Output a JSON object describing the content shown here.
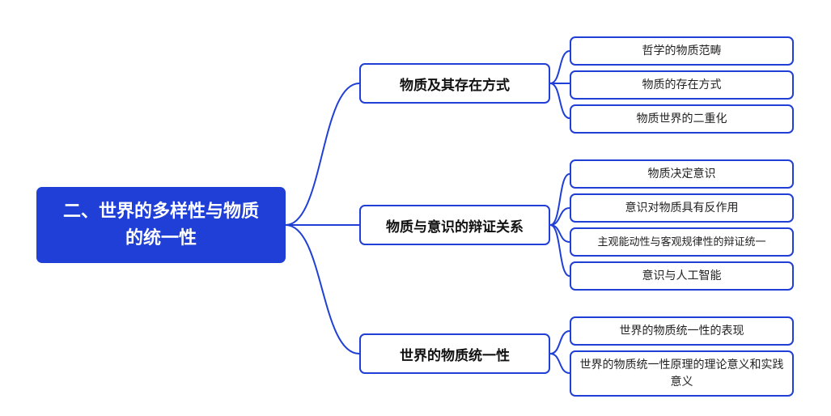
{
  "root": {
    "title": "二、世界的多样性与物质的统一性"
  },
  "branches": [
    {
      "label": "物质及其存在方式",
      "children": [
        "哲学的物质范畴",
        "物质的存在方式",
        "物质世界的二重化"
      ]
    },
    {
      "label": "物质与意识的辩证关系",
      "children": [
        "物质决定意识",
        "意识对物质具有反作用",
        "主观能动性与客观规律性的辩证统一",
        "意识与人工智能"
      ]
    },
    {
      "label": "世界的物质统一性",
      "children": [
        "世界的物质统一性的表现",
        "世界的物质统一性原理的理论意义和实践意义"
      ]
    }
  ],
  "colors": {
    "accent": "#1f3fd6",
    "line": "#1f3fd6",
    "text": "#111111"
  }
}
